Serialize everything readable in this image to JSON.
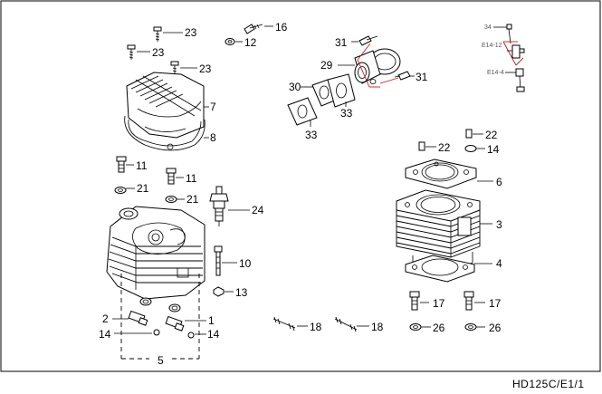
{
  "diagram_code": "HD125C/E1/1",
  "callouts": {
    "p23a": "23",
    "p23b": "23",
    "p23c": "23",
    "p16": "16",
    "p12": "12",
    "p7": "7",
    "p8": "8",
    "p11a": "11",
    "p11b": "11",
    "p21a": "21",
    "p21b": "21",
    "p24": "24",
    "p10": "10",
    "p13": "13",
    "p2": "2",
    "p1": "1",
    "p14a": "14",
    "p14b": "14",
    "p5": "5",
    "p31a": "31",
    "p31b": "31",
    "p29": "29",
    "p30": "30",
    "p33a": "33",
    "p33b": "33",
    "p34": "34",
    "pE1412": "E14-12",
    "pE144": "E14-4",
    "p22a": "22",
    "p22b": "22",
    "p14c": "14",
    "p6": "6",
    "p3": "3",
    "p4": "4",
    "p17a": "17",
    "p17b": "17",
    "p18a": "18",
    "p18b": "18",
    "p26a": "26",
    "p26b": "26"
  }
}
